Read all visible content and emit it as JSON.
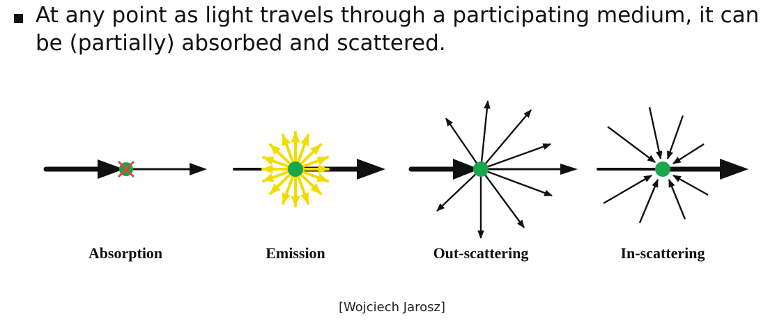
{
  "bullet": {
    "text": "At any point as light travels through a participating medium, it can be (partially) absorbed and scattered."
  },
  "panels": [
    {
      "label": "Absorption"
    },
    {
      "label": "Emission"
    },
    {
      "label": "Out-scattering"
    },
    {
      "label": "In-scattering"
    }
  ],
  "credit": "[Wojciech Jarosz]",
  "colors": {
    "particle": "#1aa64a",
    "emission": "#f2dc00",
    "absorption_cross": "#e8413c",
    "arrow": "#111111"
  }
}
